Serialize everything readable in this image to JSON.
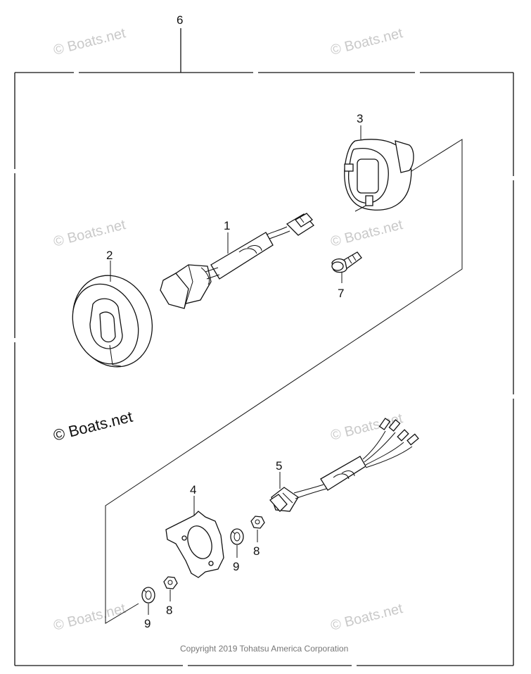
{
  "callouts": {
    "c1": "1",
    "c2": "2",
    "c3": "3",
    "c4": "4",
    "c5": "5",
    "c6": "6",
    "c7": "7",
    "c8a": "8",
    "c8b": "8",
    "c9a": "9",
    "c9b": "9"
  },
  "watermarks": {
    "tl": "© Boats.net",
    "tr": "© Boats.net",
    "ml": "© Boats.net",
    "mr": "© Boats.net",
    "center": "© Boats.net",
    "lr": "© Boats.net",
    "bl": "© Boats.net",
    "br": "© Boats.net"
  },
  "copyright": "Copyright 2019 Tohatsu America Corporation"
}
